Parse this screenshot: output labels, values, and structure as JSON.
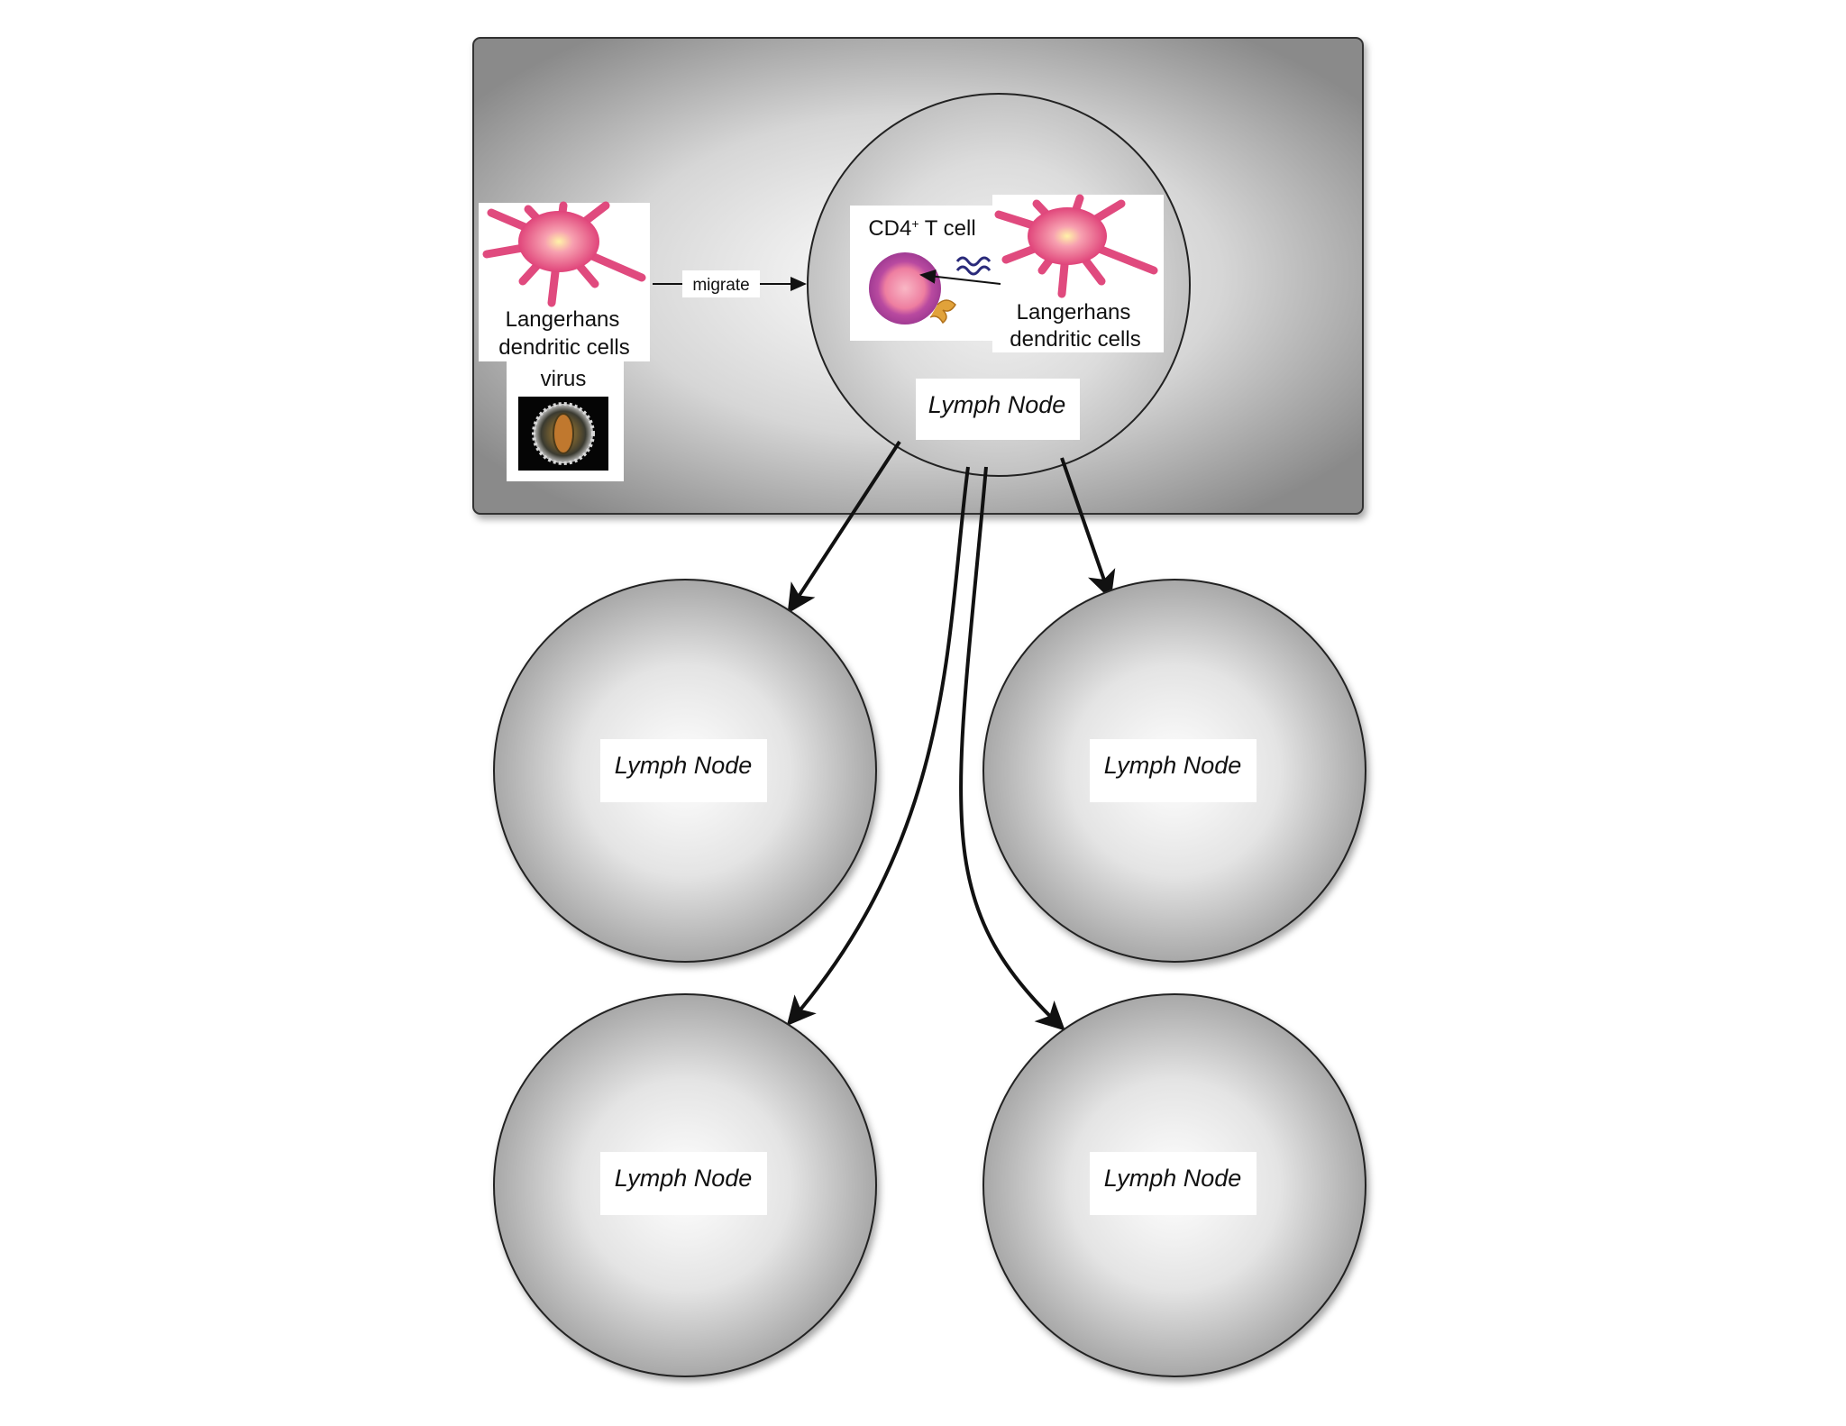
{
  "colors": {
    "panel_center": "#ffffff",
    "panel_edge": "#7a7a7a",
    "node_center": "#ffffff",
    "node_edge": "#9a9a9a",
    "cell_body": "#e0447a",
    "cell_core": "#fff0a0",
    "t_cell_outer": "#b0429a",
    "t_cell_inner": "#f08aa8"
  },
  "top_panel": {
    "source_cells": {
      "label_line1": "Langerhans",
      "label_line2": "dendritic cells",
      "icon": "dendritic-cell-icon"
    },
    "virus": {
      "label": "virus",
      "icon": "virus-particle-icon"
    },
    "migrate_label": "migrate",
    "lymph_node": {
      "label": "Lymph Node",
      "t_cell_label": "CD4",
      "t_cell_superscript": "+",
      "t_cell_label_suffix": " T cell",
      "cells_label_line1": "Langerhans",
      "cells_label_line2": "dendritic cells"
    }
  },
  "downstream_nodes": [
    {
      "label": "Lymph Node"
    },
    {
      "label": "Lymph Node"
    },
    {
      "label": "Lymph Node"
    },
    {
      "label": "Lymph Node"
    }
  ]
}
